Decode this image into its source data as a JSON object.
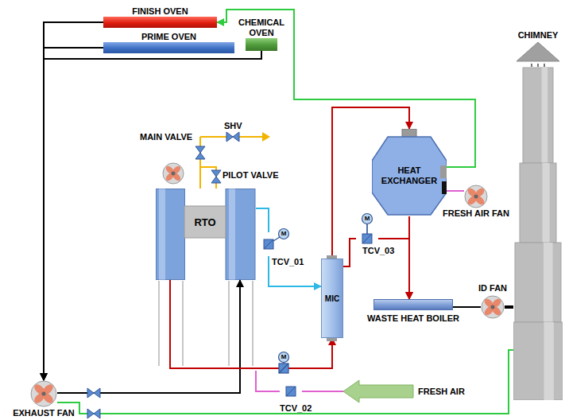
{
  "diagram": {
    "nodes": [
      {
        "text": [
          "FINISH OVEN"
        ]
      },
      {
        "text": [
          "CHEMICAL OVEN"
        ]
      },
      {
        "text": [
          "PRIME OVEN"
        ]
      },
      {
        "text": [
          "CHIMNEY"
        ]
      },
      {
        "text": [
          "RTO"
        ]
      },
      {
        "text": [
          "HEAT EXCHANGER"
        ]
      },
      {
        "text": [
          "FRESH AIR FAN"
        ]
      },
      {
        "text": [
          "TCV_03"
        ]
      },
      {
        "text": [
          "TCV_01"
        ]
      },
      {
        "text": [
          "MIC"
        ]
      },
      {
        "text": [
          "ID FAN"
        ]
      },
      {
        "text": [
          "WASTE HEAT BOILER"
        ]
      },
      {
        "text": [
          "EXHAUST FAN"
        ]
      },
      {
        "text": [
          "TCV_02"
        ]
      }
    ],
    "edges": [
      {
        "from": 0,
        "to": 12,
        "arrow": "to"
      },
      {
        "from": 2,
        "to": 12,
        "arrow": "to"
      },
      {
        "from": 1,
        "to": 12,
        "arrow": "to"
      },
      {
        "from": 12,
        "to": 4,
        "arrow": "to"
      },
      {
        "from": 4,
        "to": 9,
        "arrow": "to"
      },
      {
        "from": 4,
        "to": 8,
        "arrow": "none"
      },
      {
        "from": 8,
        "to": 9,
        "arrow": "to"
      },
      {
        "from": 9,
        "to": 5,
        "arrow": "to"
      },
      {
        "from": 9,
        "to": 7,
        "arrow": "none"
      },
      {
        "from": 7,
        "to": 11,
        "arrow": "to"
      },
      {
        "from": 5,
        "to": 11,
        "arrow": "to"
      },
      {
        "from": 11,
        "to": 10,
        "arrow": "none"
      },
      {
        "from": 10,
        "to": 3,
        "arrow": "none"
      },
      {
        "from": 5,
        "to": 0,
        "arrow": "to"
      },
      {
        "from": 6,
        "to": 5,
        "arrow": "none"
      },
      {
        "from": 12,
        "to": 3,
        "arrow": "none"
      }
    ],
    "labels": [
      "MAIN VALVE",
      "SHV",
      "PILOT VALVE",
      "FRESH AIR",
      "M",
      "M",
      "M"
    ]
  }
}
